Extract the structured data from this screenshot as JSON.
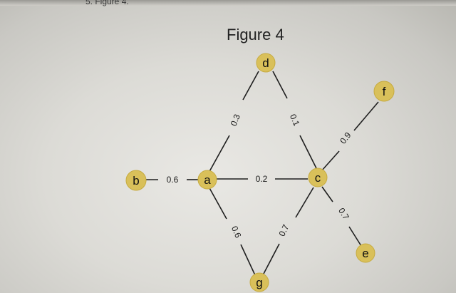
{
  "caption": "5.  Figure 4.",
  "title": "Figure 4",
  "nodes": [
    "d",
    "f",
    "b",
    "a",
    "c",
    "g",
    "e"
  ],
  "edges": [
    {
      "from": "d",
      "to": "a",
      "weight": "0.3"
    },
    {
      "from": "d",
      "to": "c",
      "weight": "0.1"
    },
    {
      "from": "b",
      "to": "a",
      "weight": "0.6"
    },
    {
      "from": "a",
      "to": "c",
      "weight": "0.2"
    },
    {
      "from": "c",
      "to": "f",
      "weight": "0.9"
    },
    {
      "from": "a",
      "to": "g",
      "weight": "0.6"
    },
    {
      "from": "c",
      "to": "g",
      "weight": "0.7"
    },
    {
      "from": "c",
      "to": "e",
      "weight": "0.7"
    }
  ],
  "colors": {
    "node_fill": "#d9c05a",
    "edge": "#1e1e1e"
  }
}
